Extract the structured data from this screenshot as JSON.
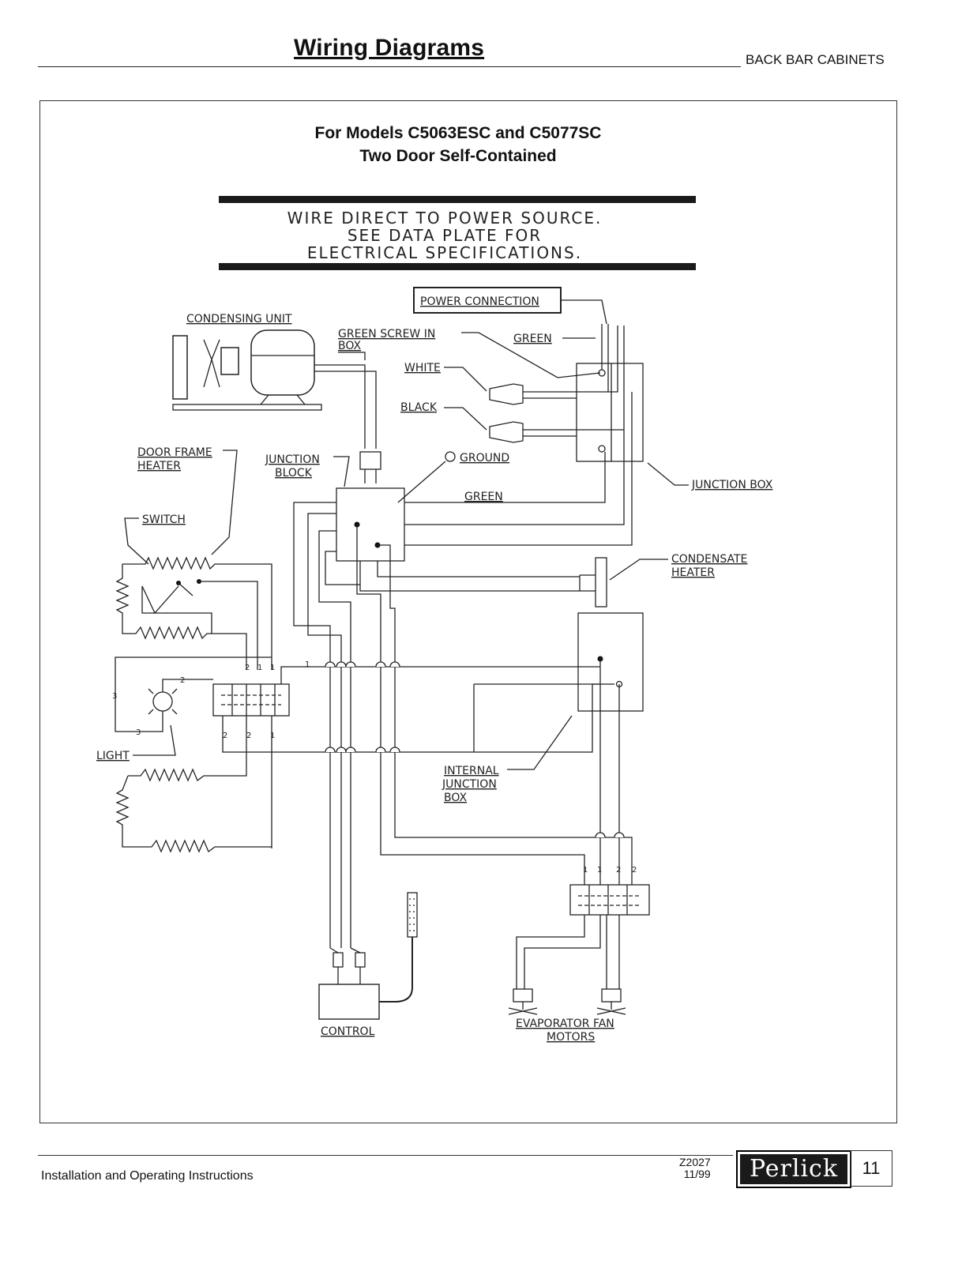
{
  "header": {
    "title": "Wiring Diagrams",
    "section": "BACK BAR CABINETS"
  },
  "model_title": {
    "line1": "For Models C5063ESC and C5077SC",
    "line2": "Two Door Self-Contained"
  },
  "notice": {
    "line1": "WIRE DIRECT TO POWER SOURCE.",
    "line2": "SEE DATA PLATE FOR",
    "line3": "ELECTRICAL SPECIFICATIONS."
  },
  "labels": {
    "power_connection": "POWER CONNECTION",
    "condensing_unit": "CONDENSING UNIT",
    "green_screw_1": "GREEN SCREW IN",
    "green_screw_2": "BOX",
    "green_top": "GREEN",
    "white": "WHITE",
    "black": "BLACK",
    "door_frame_1": "DOOR FRAME",
    "door_frame_2": "HEATER",
    "junction_block_1": "JUNCTION",
    "junction_block_2": "BLOCK",
    "ground": "GROUND",
    "green_mid": "GREEN",
    "junction_box": "JUNCTION BOX",
    "switch": "SWITCH",
    "condensate_1": "CONDENSATE",
    "condensate_2": "HEATER",
    "light": "LIGHT",
    "internal_1": "INTERNAL",
    "internal_2": "JUNCTION",
    "internal_3": "BOX",
    "control": "CONTROL",
    "evap_1": "EVAPORATOR FAN",
    "evap_2": "MOTORS"
  },
  "terminal_numbers": {
    "top_a": "2",
    "top_b": "1",
    "top_c": "1",
    "side_1": "1",
    "wire_2": "2",
    "wire_3a": "3",
    "wire_3b": "3",
    "bot_a": "2",
    "bot_b": "2",
    "bot_c": "1",
    "fan_a": "1",
    "fan_b": "1",
    "fan_c": "2",
    "fan_d": "2"
  },
  "footer": {
    "left": "Installation and Operating Instructions",
    "code": "Z2027",
    "date": "11/99",
    "brand": "Perlick",
    "page": "11"
  }
}
